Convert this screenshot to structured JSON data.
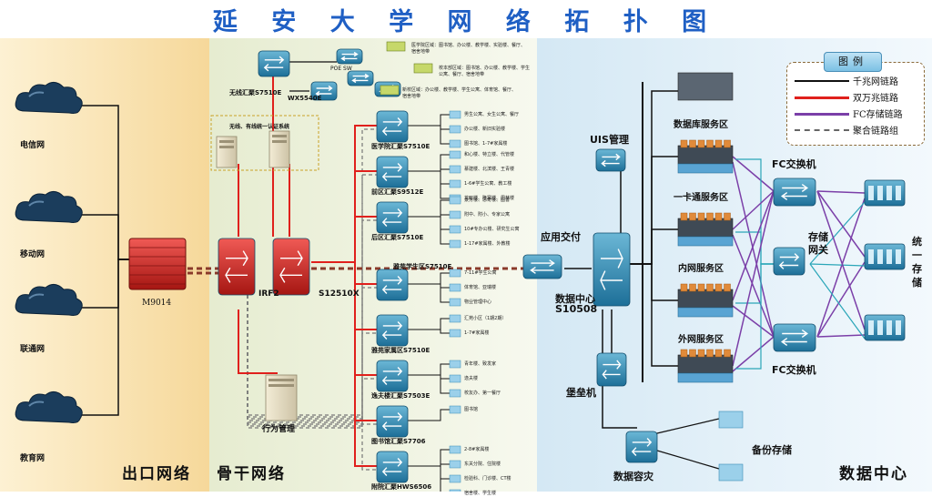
{
  "title": "延 安 大 学 网 络 拓 扑 图",
  "zones": {
    "exit": "出口网络",
    "backbone": "骨干网络",
    "datacenter": "数据中心"
  },
  "isps": [
    "电信网",
    "移动网",
    "联通网",
    "教育网"
  ],
  "firewall": "M9014",
  "core": {
    "irf": "IRF2",
    "switch": "S12510X"
  },
  "wireless": {
    "agg": "无线汇聚S7510E",
    "ac": "WX5540E",
    "poe": "POE SW"
  },
  "auth_system": "无线、有线统一认证系统",
  "behavior": "行为管理",
  "wireless_areas": [
    "医学院区域：图书馆、办公楼、教学楼、实验楼、餐厅、宿舍地带",
    "校本部区域：图书馆、办公楼、教学楼、学生公寓、餐厅、宿舍地带",
    "新校区域：办公楼、教学楼、学生公寓、体育馆、餐厅、宿舍地带"
  ],
  "agg_nodes": [
    {
      "name": "医学院汇聚S7510E",
      "leaves": [
        "男生公寓、女生公寓、餐厅",
        "办公楼、新旧实验楼",
        "图书馆、1-7#家属楼"
      ]
    },
    {
      "name": "前区汇聚S9512E",
      "leaves": [
        "和心楼、特立楼、代管楼",
        "慕建楼、北滨楼、王青楼",
        "1-6#学生公寓、教工楼",
        "龙町楼、隆寨楼、周林楼"
      ]
    },
    {
      "name": "后区汇聚S7510E",
      "leaves": [
        "景芳楼、思奇楼、图書",
        "附中、附小、专家公寓",
        "10#专办公楼、研究生公寓",
        "1-17#家属楼、外教楼"
      ]
    },
    {
      "name": "雅苑学生区S7510E",
      "leaves": [
        "7-11#学生公寓",
        "体育馆、亚瑞楼",
        "物业管理中心"
      ]
    },
    {
      "name": "雅苑家属区S7510E",
      "leaves": [
        "汇苑小区（1期2期）",
        "1-7#家属楼"
      ]
    },
    {
      "name": "逸夫楼汇聚S7503E",
      "leaves": [
        "青年楼、致发家",
        "逸夫楼",
        "校友办、第一餐厅"
      ]
    },
    {
      "name": "图书馆汇聚S7706",
      "leaves": [
        "图书馆"
      ]
    },
    {
      "name": "附院汇聚HWS6506",
      "leaves": [
        "2-8#家属楼",
        "东关分院、住院楼",
        "检验科、门诊楼、CT楼",
        "宿舍楼、学生楼"
      ]
    }
  ],
  "datacenter": {
    "uis": "UIS管理",
    "app": "应用交付",
    "core": "数据中心",
    "core_model": "S10508",
    "bastion": "堡垒机",
    "dr": "数据容灾",
    "backup": "备份存储",
    "servers": [
      "数据库服务区",
      "一卡通服务区",
      "内网服务区",
      "外网服务区"
    ],
    "fc_top": "FC交换机",
    "fc_bottom": "FC交换机",
    "storage_gw": "存储网关",
    "unified_storage": "统一存储"
  },
  "legend": {
    "title": "图例",
    "items": [
      {
        "label": "千兆网链路",
        "color": "#111111",
        "style": "solid"
      },
      {
        "label": "双万兆链路",
        "color": "#e0201c",
        "style": "solid"
      },
      {
        "label": "FC存储链路",
        "color": "#7b3fa8",
        "style": "solid"
      },
      {
        "label": "聚合链路组",
        "color": "#666666",
        "style": "dashed"
      }
    ]
  },
  "colors": {
    "exit_bg": "#fbe6b8",
    "backbone_bg": "#eef2df",
    "dc_bg": "#e4f1f9",
    "gigabit": "#111111",
    "tengig": "#e0201c",
    "fc": "#7b3fa8",
    "teal": "#2aa6b8"
  }
}
